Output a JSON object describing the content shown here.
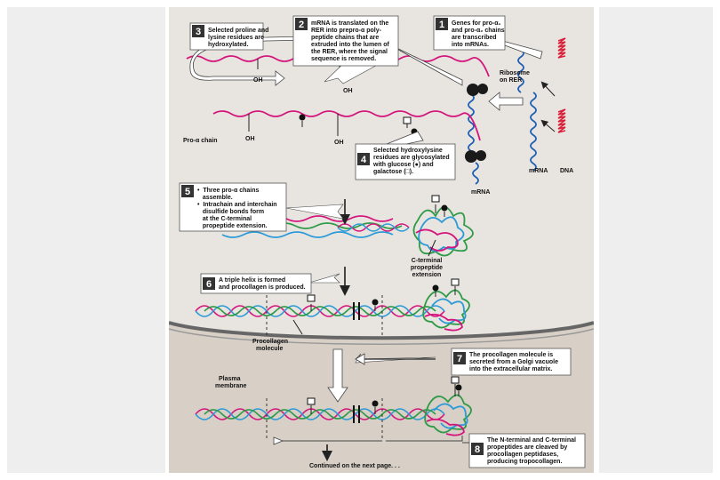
{
  "steps": [
    {
      "n": "1",
      "lines": [
        "Genes for pro-α₁",
        "and pro-α₂ chains",
        "are transcribed",
        "into mRNAs."
      ]
    },
    {
      "n": "2",
      "lines": [
        "mRNA is translated on the",
        "RER into prepro-α poly-",
        "peptide chains that are",
        "extruded into the lumen of",
        "the RER, where the signal",
        "sequence is removed."
      ]
    },
    {
      "n": "3",
      "lines": [
        "Selected proline and",
        "lysine residues are",
        "hydroxylated."
      ]
    },
    {
      "n": "4",
      "lines": [
        "Selected hydroxylysine",
        "residues are glycosylated",
        "with glucose (●) and",
        "galactose (□)."
      ]
    },
    {
      "n": "5",
      "lines": [
        "•  Three pro-α chains",
        "   assemble.",
        "•  Intrachain and interchain",
        "   disulfide bonds form",
        "   at the C-terminal",
        "   propeptide extension."
      ]
    },
    {
      "n": "6",
      "lines": [
        "A triple helix is formed",
        "and procollagen is produced."
      ]
    },
    {
      "n": "7",
      "lines": [
        "The procollagen molecule is",
        "secreted from a Golgi vacuole",
        "into the extracellular matrix."
      ]
    },
    {
      "n": "8",
      "lines": [
        "The N-terminal and C-terminal",
        "propeptides are cleaved by",
        "procollagen peptidases,",
        "producing tropocollagen."
      ]
    }
  ],
  "labels": {
    "ribosome": [
      "Ribosome",
      "on RER"
    ],
    "mrna_top": "mRNA",
    "mrna_bottom": "mRNA",
    "dna": "DNA",
    "pro_alpha_chain": "Pro-α chain",
    "oh": "OH",
    "c_terminal": [
      "C-terminal",
      "propeptide",
      "extension"
    ],
    "procollagen": [
      "Procollagen",
      "molecule"
    ],
    "plasma_membrane": [
      "Plasma",
      "membrane"
    ],
    "continued": "Continued on the next page. . ."
  },
  "colors": {
    "chain_magenta": "#d4157c",
    "chain_green": "#2f9a47",
    "chain_blue": "#2b9ad6",
    "mrna_blue": "#1f5fb3",
    "dna_red": "#d81f3a",
    "cell_bg": "#e8e5e0",
    "extracellular_bg": "#d8d0c6"
  }
}
